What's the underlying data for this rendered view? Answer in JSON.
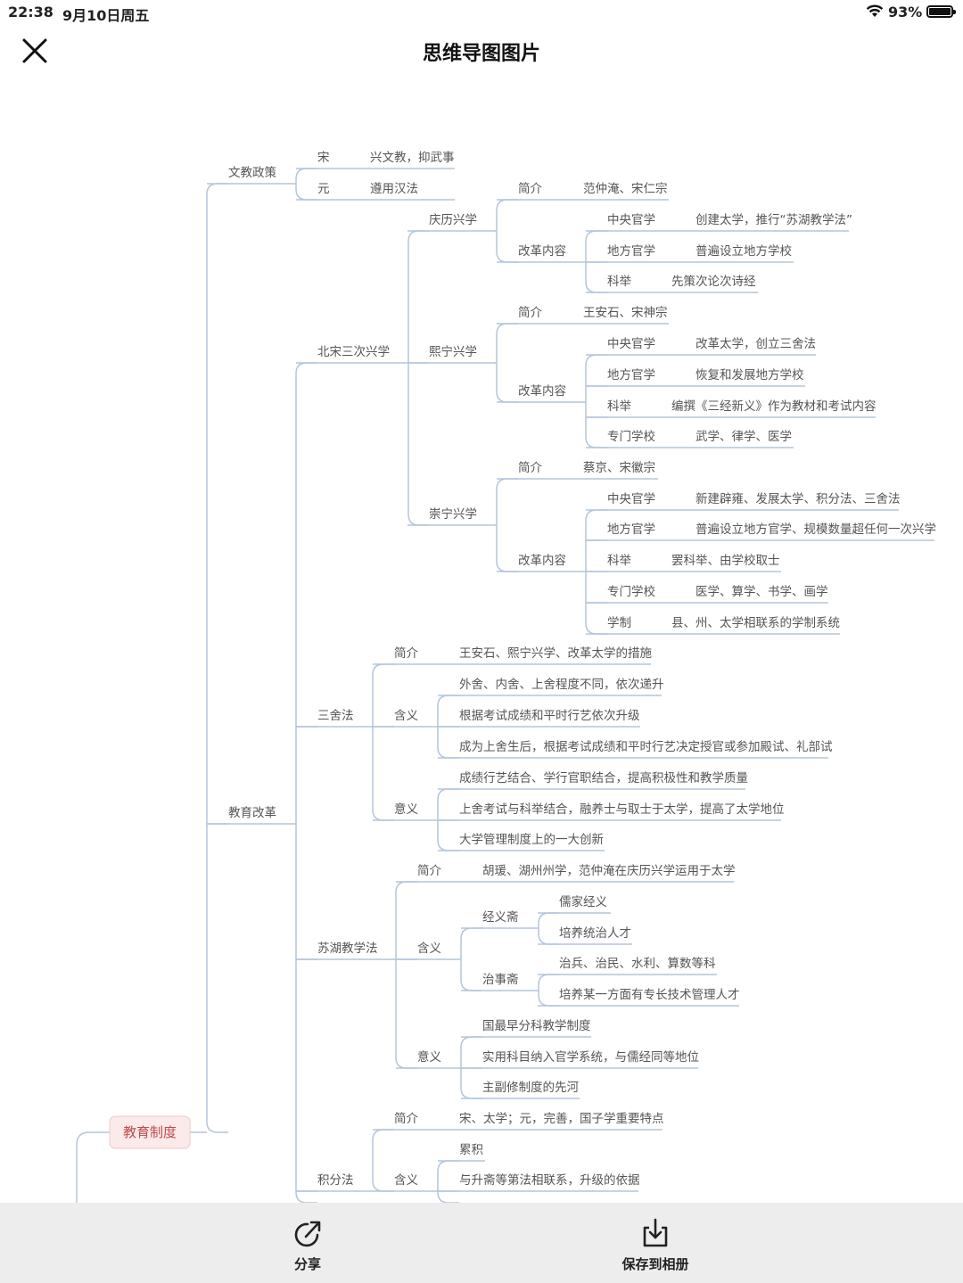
{
  "status_bar": {
    "time": "22:38",
    "date": "9月10日周五",
    "battery": "93%",
    "battery_level": 0.93
  },
  "header": {
    "title": "思维导图图片"
  },
  "mindmap": {
    "root": "教育制度",
    "nodes": {
      "n_jiaoyuzhengce": "文教政策",
      "n_song": "宋",
      "n_song_v": "兴文教，抑武事",
      "n_yuan": "元",
      "n_yuan_v": "遵用汉法",
      "n_jiaoyugaige": "教育改革",
      "n_beisong": "北宋三次兴学",
      "n_qingli": "庆历兴学",
      "n_ql_jj": "简介",
      "n_ql_jj_v": "范仲淹、宋仁宗",
      "n_ql_gg": "改革内容",
      "n_ql_zy": "中央官学",
      "n_ql_zy_v": "创建太学，推行“苏湖教学法”",
      "n_ql_df": "地方官学",
      "n_ql_df_v": "普遍设立地方学校",
      "n_ql_kj": "科举",
      "n_ql_kj_v": "先策次论次诗经",
      "n_xining": "熙宁兴学",
      "n_xn_jj": "简介",
      "n_xn_jj_v": "王安石、宋神宗",
      "n_xn_gg": "改革内容",
      "n_xn_zy": "中央官学",
      "n_xn_zy_v": "改革太学，创立三舍法",
      "n_xn_df": "地方官学",
      "n_xn_df_v": "恢复和发展地方学校",
      "n_xn_kj": "科举",
      "n_xn_kj_v": "编撰《三经新义》作为教材和考试内容",
      "n_xn_zm": "专门学校",
      "n_xn_zm_v": "武学、律学、医学",
      "n_chongning": "崇宁兴学",
      "n_cn_jj": "简介",
      "n_cn_jj_v": "蔡京、宋徽宗",
      "n_cn_gg": "改革内容",
      "n_cn_zy": "中央官学",
      "n_cn_zy_v": "新建辟雍、发展太学、积分法、三舍法",
      "n_cn_df": "地方官学",
      "n_cn_df_v": "普遍设立地方官学、规模数量超任何一次兴学",
      "n_cn_kj": "科举",
      "n_cn_kj_v": "罢科举、由学校取士",
      "n_cn_zm": "专门学校",
      "n_cn_zm_v": "医学、算学、书学、画学",
      "n_cn_xz": "学制",
      "n_cn_xz_v": "县、州、太学相联系的学制系统",
      "n_sanshe": "三舍法",
      "n_ss_jj": "简介",
      "n_ss_jj_v": "王安石、熙宁兴学、改革太学的措施",
      "n_ss_hy": "含义",
      "n_ss_hy1": "外舍、内舍、上舍程度不同，依次递升",
      "n_ss_hy2": "根据考试成绩和平时行艺依次升级",
      "n_ss_hy3": "成为上舍生后，根据考试成绩和平时行艺决定授官或参加殿试、礼部试",
      "n_ss_yy": "意义",
      "n_ss_yy1": "成绩行艺结合、学行官职结合，提高积极性和教学质量",
      "n_ss_yy2": "上舍考试与科举结合，融养士与取士于太学，提高了太学地位",
      "n_ss_yy3": "大学管理制度上的一大创新",
      "n_suhu": "苏湖教学法",
      "n_sh_jj": "简介",
      "n_sh_jj_v": "胡瑗、湖州州学，范仲淹在庆历兴学运用于太学",
      "n_sh_hy": "含义",
      "n_sh_jyz": "经义斋",
      "n_sh_jyz1": "儒家经义",
      "n_sh_jyz2": "培养统治人才",
      "n_sh_zsz": "治事斋",
      "n_sh_zsz1": "治兵、治民、水利、算数等科",
      "n_sh_zsz2": "培养某一方面有专长技术管理人才",
      "n_sh_yy": "意义",
      "n_sh_yy1": "国最早分科教学制度",
      "n_sh_yy2": "实用科目纳入官学系统，与儒经同等地位",
      "n_sh_yy3": "主副修制度的先河",
      "n_jifen": "积分法",
      "n_jf_jj": "简介",
      "n_jf_jj_v": "宋、太学；元，完善，国子学重要特点",
      "n_jf_hy": "含义",
      "n_jf_hy1": "累积",
      "n_jf_hy2": "与升斋等第法相联系，升级的依据"
    }
  },
  "bottom_bar": {
    "share_label": "分享",
    "save_label": "保存到相册"
  }
}
